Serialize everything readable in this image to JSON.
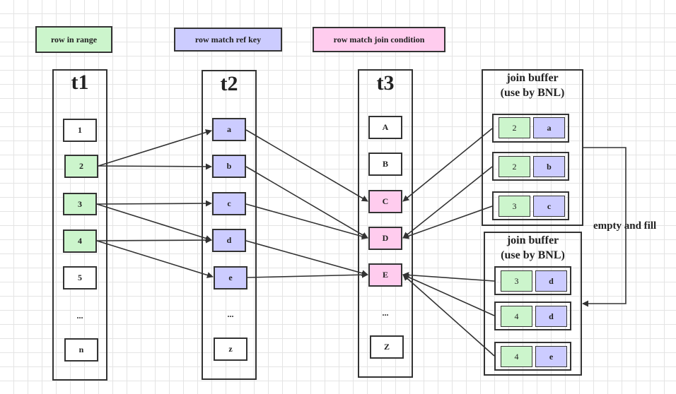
{
  "legend": {
    "range": "row in range",
    "ref_key": "row match ref key",
    "join_cond": "row match join condition"
  },
  "t1": {
    "title": "t1",
    "rows": [
      "1",
      "2",
      "3",
      "4",
      "5",
      "...",
      "n"
    ]
  },
  "t2": {
    "title": "t2",
    "rows": [
      "a",
      "b",
      "c",
      "d",
      "e",
      "...",
      "z"
    ]
  },
  "t3": {
    "title": "t3",
    "rows": [
      "A",
      "B",
      "C",
      "D",
      "E",
      "...",
      "Z"
    ]
  },
  "buffer1": {
    "title_line1": "join buffer",
    "title_line2": "(use by BNL)",
    "pairs": [
      [
        "2",
        "a"
      ],
      [
        "2",
        "b"
      ],
      [
        "3",
        "c"
      ]
    ]
  },
  "buffer2": {
    "title_line1": "join buffer",
    "title_line2": "(use by BNL)",
    "pairs": [
      [
        "3",
        "d"
      ],
      [
        "4",
        "d"
      ],
      [
        "4",
        "e"
      ]
    ]
  },
  "empty_fill_label": "empty and fill",
  "colors": {
    "range": "#ccf5cc",
    "ref_key": "#ccccff",
    "join_cond": "#ffccee",
    "stroke": "#333333"
  }
}
